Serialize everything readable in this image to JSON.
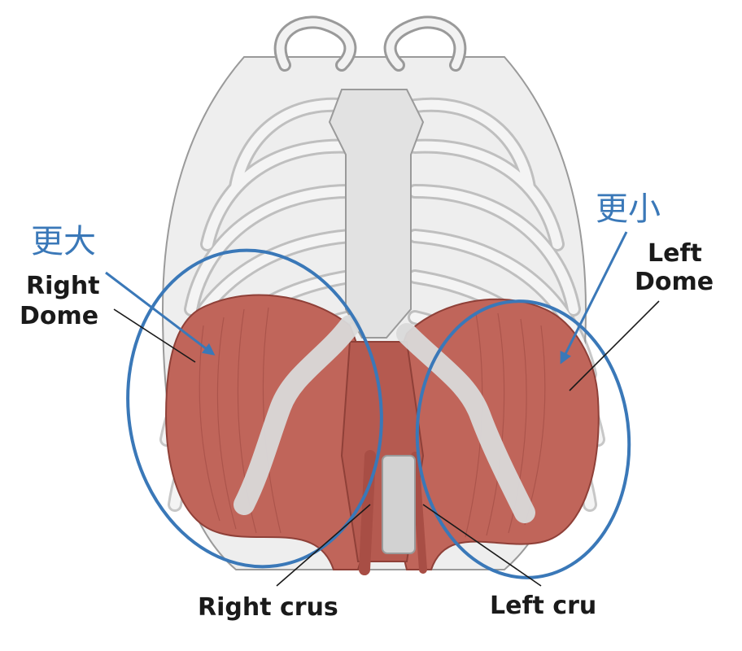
{
  "labels": {
    "right_dome_line1": "Right",
    "right_dome_line2": "Dome",
    "left_dome_line1": "Left",
    "left_dome_line2": "Dome",
    "right_crus": "Right crus",
    "left_crus": "Left cru"
  },
  "annotations": {
    "right_note": "更大",
    "left_note": "更小"
  },
  "colors": {
    "annotation_blue": "#3a78b8",
    "bone": "#e6e6e6",
    "bone_outline": "#9a9a9a",
    "muscle": "#c0655a",
    "muscle_dark": "#9e4a42",
    "label_text": "#1a1a1a"
  }
}
